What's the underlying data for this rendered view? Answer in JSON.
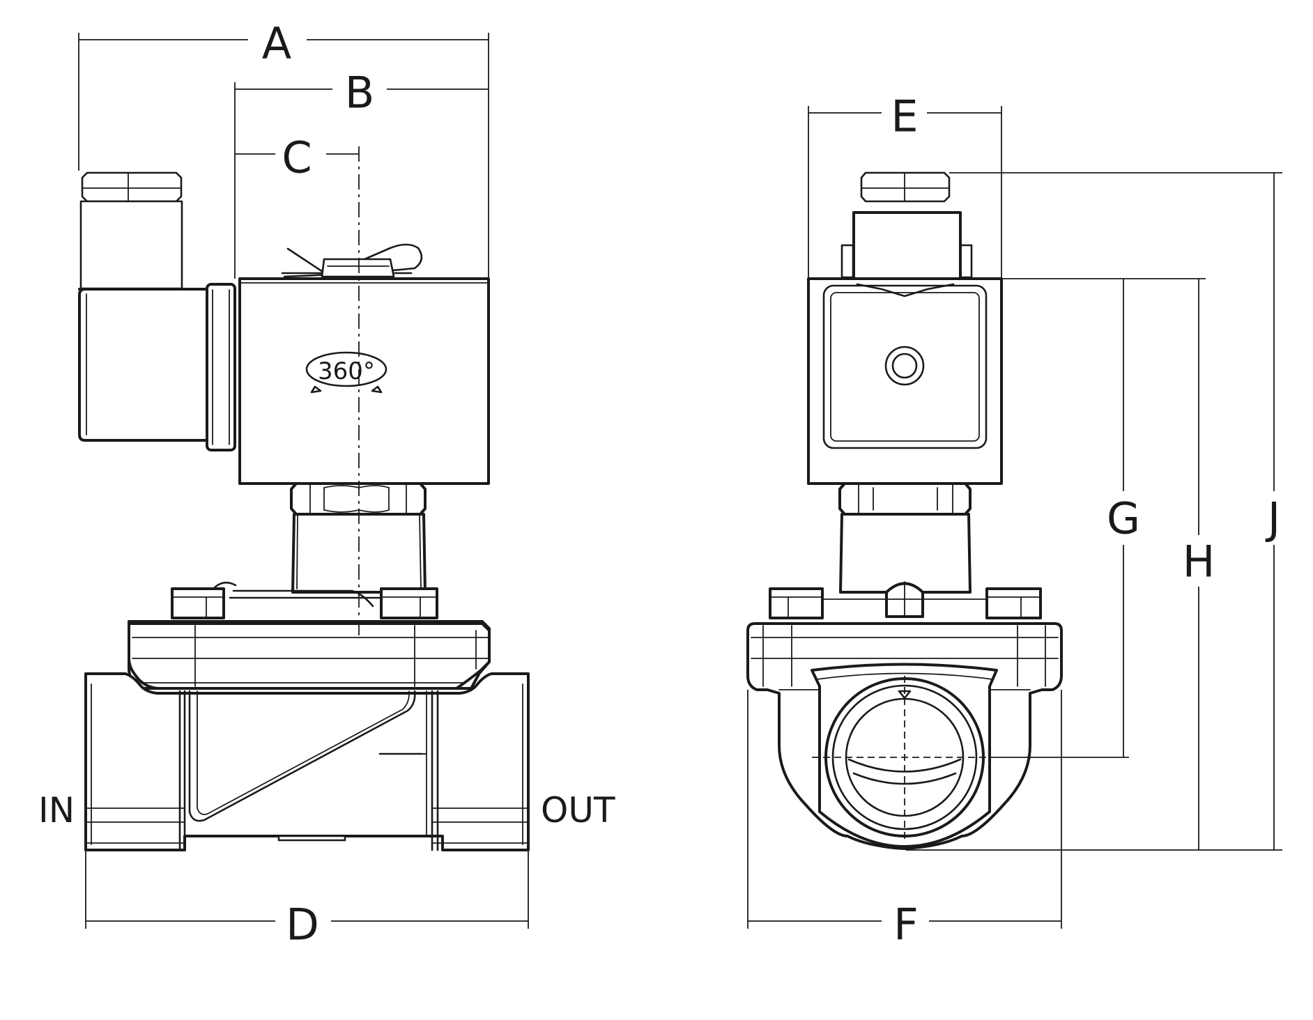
{
  "dimension_labels": {
    "a": "A",
    "b": "B",
    "c": "C",
    "d": "D",
    "e": "E",
    "f": "F",
    "g": "G",
    "h": "H",
    "j": "J"
  },
  "ports": {
    "inlet": "IN",
    "outlet": "OUT"
  },
  "rotation_label": "360°"
}
